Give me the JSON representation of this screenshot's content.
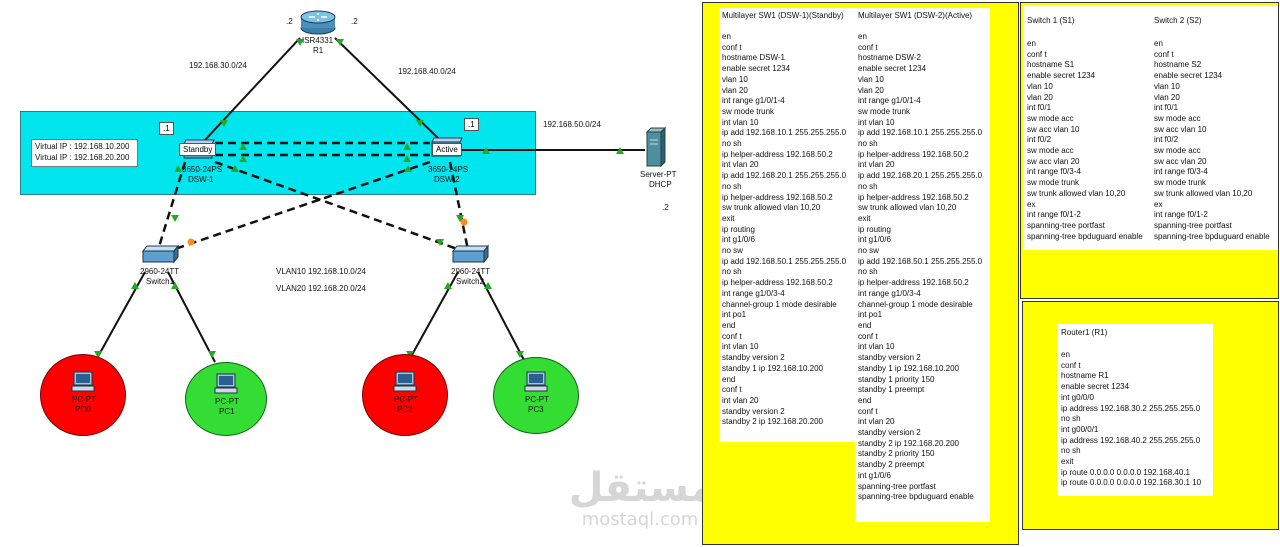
{
  "topology": {
    "router": {
      "model": "ISR4331",
      "name": "R1",
      "left_port": ".2",
      "right_port": ".2"
    },
    "links": {
      "r1_dsw1": "192.168.30.0/24",
      "r1_dsw2": "192.168.40.0/24",
      "dsw2_server": "192.168.50.0/24"
    },
    "virtual_ips": [
      "Virtual IP : 192.168.10.200",
      "Virtual IP : 192.168.20.200"
    ],
    "dsw1": {
      "role": "Standby",
      "model": "3650-24PS",
      "name": "DSW-1",
      "host": ".1"
    },
    "dsw2": {
      "role": "Active",
      "model": "3650-24PS",
      "name": "DSW-2",
      "host": ".1"
    },
    "server": {
      "model": "Server-PT",
      "name": "DHCP",
      "host": ".2"
    },
    "switch1": {
      "model": "2960-24TT",
      "name": "Switch1"
    },
    "switch2": {
      "model": "2960-24TT",
      "name": "Switch2"
    },
    "vlans": [
      "VLAN10 192.168.10.0/24",
      "VLAN20 192.168.20.0/24"
    ],
    "pcs": [
      {
        "model": "PC-PT",
        "name": "PC0",
        "color": "#ff0000"
      },
      {
        "model": "PC-PT",
        "name": "PC1",
        "color": "#33dd33"
      },
      {
        "model": "PC-PT",
        "name": "PC2",
        "color": "#ff0000"
      },
      {
        "model": "PC-PT",
        "name": "PC3",
        "color": "#33dd33"
      }
    ]
  },
  "configs": {
    "dsw1": {
      "title": "Multilayer SW1 (DSW-1)(Standby)",
      "text": "en\nconf t\nhostname DSW-1\nenable secret 1234\nvlan 10\nvlan 20\nint range g1/0/1-4\nsw mode trunk\nint vlan 10\nip add 192.168.10.1 255.255.255.0\nno sh\nip helper-address 192.168.50.2\nint vlan 20\nip add 192.168.20.1 255.255.255.0\nno sh\nip helper-address 192.168.50.2\nsw trunk allowed vlan 10,20\nexit\nip routing\nint g1/0/6\nno sw\nip add 192.168.50.1 255.255.255.0\nno sh\nip helper-address 192.168.50.2\nint range g1/0/3-4\nchannel-group 1 mode desirable\nint po1\nend\nconf t\nint vlan 10\nstandby version 2\nstandby 1 ip 192.168.10.200\nend\nconf t\nint vlan 20\nstandby version 2\nstandby 2 ip 192.168.20.200"
    },
    "dsw2": {
      "title": "Multilayer SW1 (DSW-2)(Active)",
      "text": "en\nconf t\nhostname DSW-2\nenable secret 1234\nvlan 10\nvlan 20\nint range g1/0/1-4\nsw mode trunk\nint vlan 10\nip add 192.168.10.1 255.255.255.0\nno sh\nip helper-address 192.168.50.2\nint vlan 20\nip add 192.168.20.1 255.255.255.0\nno sh\nip helper-address 192.168.50.2\nsw trunk allowed vlan 10,20\nexit\nip routing\nint g1/0/6\nno sw\nip add 192.168.50.1 255.255.255.0\nno sh\nip helper-address 192.168.50.2\nint range g1/0/3-4\nchannel-group 1 mode desirable\nint po1\nend\nconf t\nint vlan 10\nstandby version 2\nstandby 1 ip 192.168.10.200\nstandby 1 priority 150\nstandby 1 preempt\nend\nconf t\nint vlan 20\nstandby version 2\nstandby 2 ip 192.168.20.200\nstandby 2 priority 150\nstandby 2 preempt\nint g1/0/6\nspanning-tree portfast\nspanning-tree bpduguard enable"
    },
    "s1": {
      "title": "Switch 1 (S1)",
      "text": "en\nconf t\nhostname S1\nenable secret 1234\nvlan 10\nvlan 20\nint f0/1\nsw mode acc\nsw acc vlan 10\nint f0/2\nsw mode acc\nsw acc vlan 20\nint range f0/3-4\nsw mode trunk\nsw trunk allowed vlan 10,20\nex\nint range f0/1-2\nspanning-tree portfast\nspanning-tree bpduguard enable"
    },
    "s2": {
      "title": "Switch 2 (S2)",
      "text": "en\nconf t\nhostname S2\nenable secret 1234\nvlan 10\nvlan 20\nint f0/1\nsw mode acc\nsw acc vlan 10\nint f0/2\nsw mode acc\nsw acc vlan 20\nint range f0/3-4\nsw mode trunk\nsw trunk allowed vlan 10,20\nex\nint range f0/1-2\nspanning-tree portfast\nspanning-tree bpduguard enable"
    },
    "r1": {
      "title": "Router1 (R1)",
      "text": "en\nconf t\nhostname R1\nenable secret 1234\nint g0/0/0\nip address 192.168.30.2 255.255.255.0\nno sh\nint g00/0/1\nip address 192.168.40.2 255.255.255.0\nno sh\nexit\nip route 0.0.0.0 0.0.0.0 192.168.40.1\nip route 0.0.0.0 0.0.0.0 192.168.30.1 10"
    }
  },
  "watermark": {
    "arabic": "مستقل",
    "latin": "mostaql.com"
  },
  "colors": {
    "panel": "#ffff00",
    "distribution": "#00e5ee",
    "link_up": "#22aa22",
    "link_blocked": "#ff8c1a"
  }
}
